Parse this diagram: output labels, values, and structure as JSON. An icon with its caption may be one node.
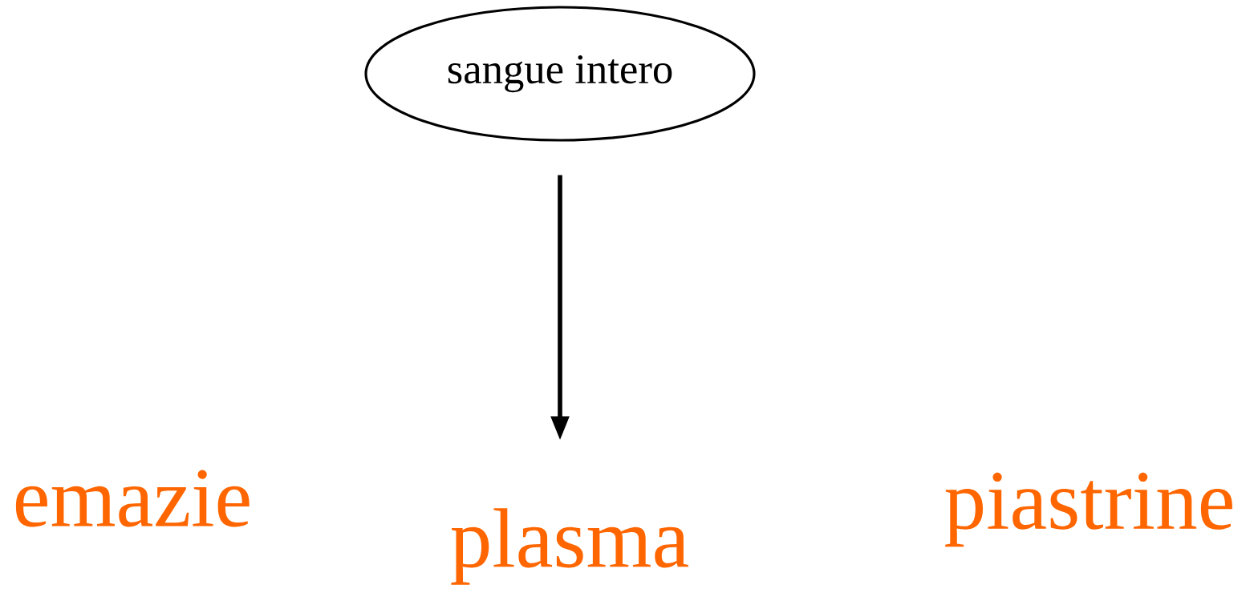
{
  "diagram": {
    "nodes": [
      {
        "text": [
          "sangue intero"
        ]
      },
      {
        "text": [
          "emazie"
        ]
      },
      {
        "text": [
          "plasma"
        ]
      },
      {
        "text": [
          "piastrine"
        ]
      }
    ],
    "edges": [
      {
        "from": 0,
        "to": 2,
        "arrow": "to"
      }
    ]
  }
}
